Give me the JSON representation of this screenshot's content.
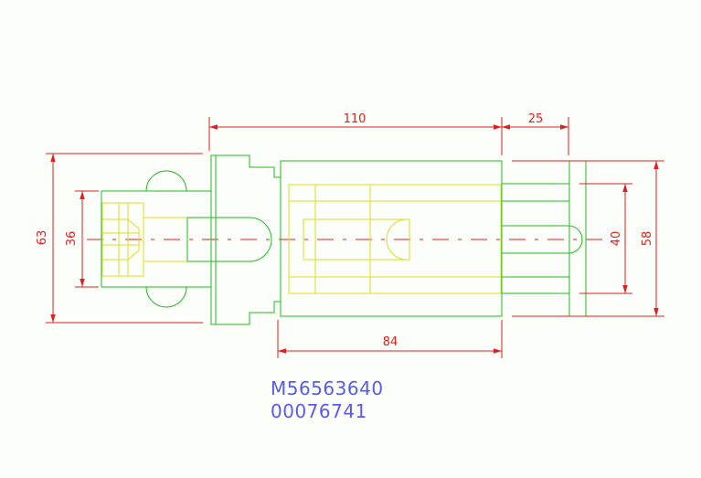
{
  "colors": {
    "background": "#fcfefa",
    "outline": "#22bb22",
    "hidden": "#dddd22",
    "dimension": "#e02020",
    "label": "#5a5aee"
  },
  "dimensions": {
    "overall_length": "110",
    "extension_length": "25",
    "body_length": "84",
    "flange_height": "63",
    "bore_diameter": "36",
    "inner_height": "40",
    "outer_height": "58"
  },
  "labels": {
    "part_number": "M56563640",
    "serial_number": "00076741"
  }
}
